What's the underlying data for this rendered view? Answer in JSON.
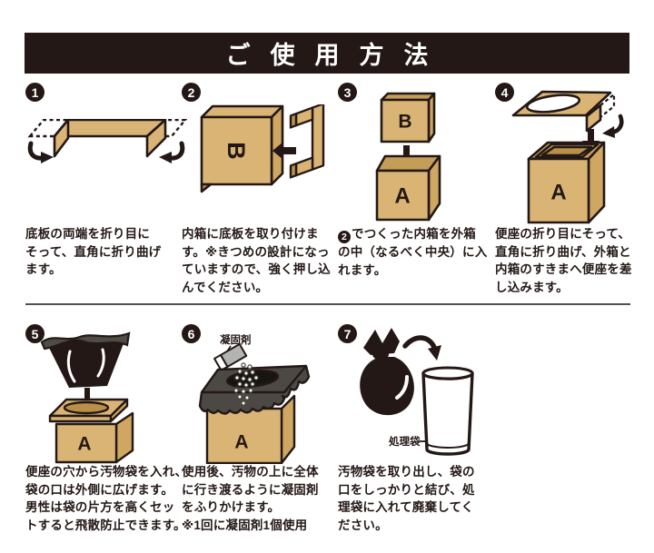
{
  "header": {
    "title": "ご使用方法"
  },
  "colors": {
    "ink": "#231815",
    "cardboard": "#d9b475",
    "cardboard_shade": "#c59c58",
    "drape_gray": "#4c4945",
    "divider_gray": "#555152"
  },
  "labels": {
    "box_a": "A",
    "box_b": "B",
    "coagulant": "凝固剤",
    "disposal_bag": "処理袋"
  },
  "steps": [
    {
      "number": "1",
      "lines": [
        "底板の両端を折り目に",
        "そって、直角に折り曲げ",
        "ます。"
      ]
    },
    {
      "number": "2",
      "lines": [
        "内箱に底板を取り付けま",
        "す。※きつめの設計になっ",
        "ていますので、強く押し込",
        "んでください。"
      ]
    },
    {
      "number": "3",
      "inline_badge": "2",
      "lines": [
        "でつくった内箱を外箱",
        "の中（なるべく中央）に入",
        "れます。"
      ]
    },
    {
      "number": "4",
      "lines": [
        "便座の折り目にそって、",
        "直角に折り曲げ、外箱と",
        "内箱のすきまへ便座を差",
        "し込みます。"
      ]
    },
    {
      "number": "5",
      "lines": [
        "便座の穴から汚物袋を入れ、",
        "袋の口は外側に広げます。",
        "男性は袋の片方を高くセッ",
        "トすると飛散防止できます。"
      ]
    },
    {
      "number": "6",
      "lines": [
        "使用後、汚物の上に全体",
        "に行き渡るように凝固剤",
        "をふりかけます。",
        "※1回に凝固剤1個使用"
      ]
    },
    {
      "number": "7",
      "lines": [
        "汚物袋を取り出し、袋の",
        "口をしっかりと結び、処",
        "理袋に入れて廃棄してく",
        "ださい。"
      ]
    }
  ]
}
